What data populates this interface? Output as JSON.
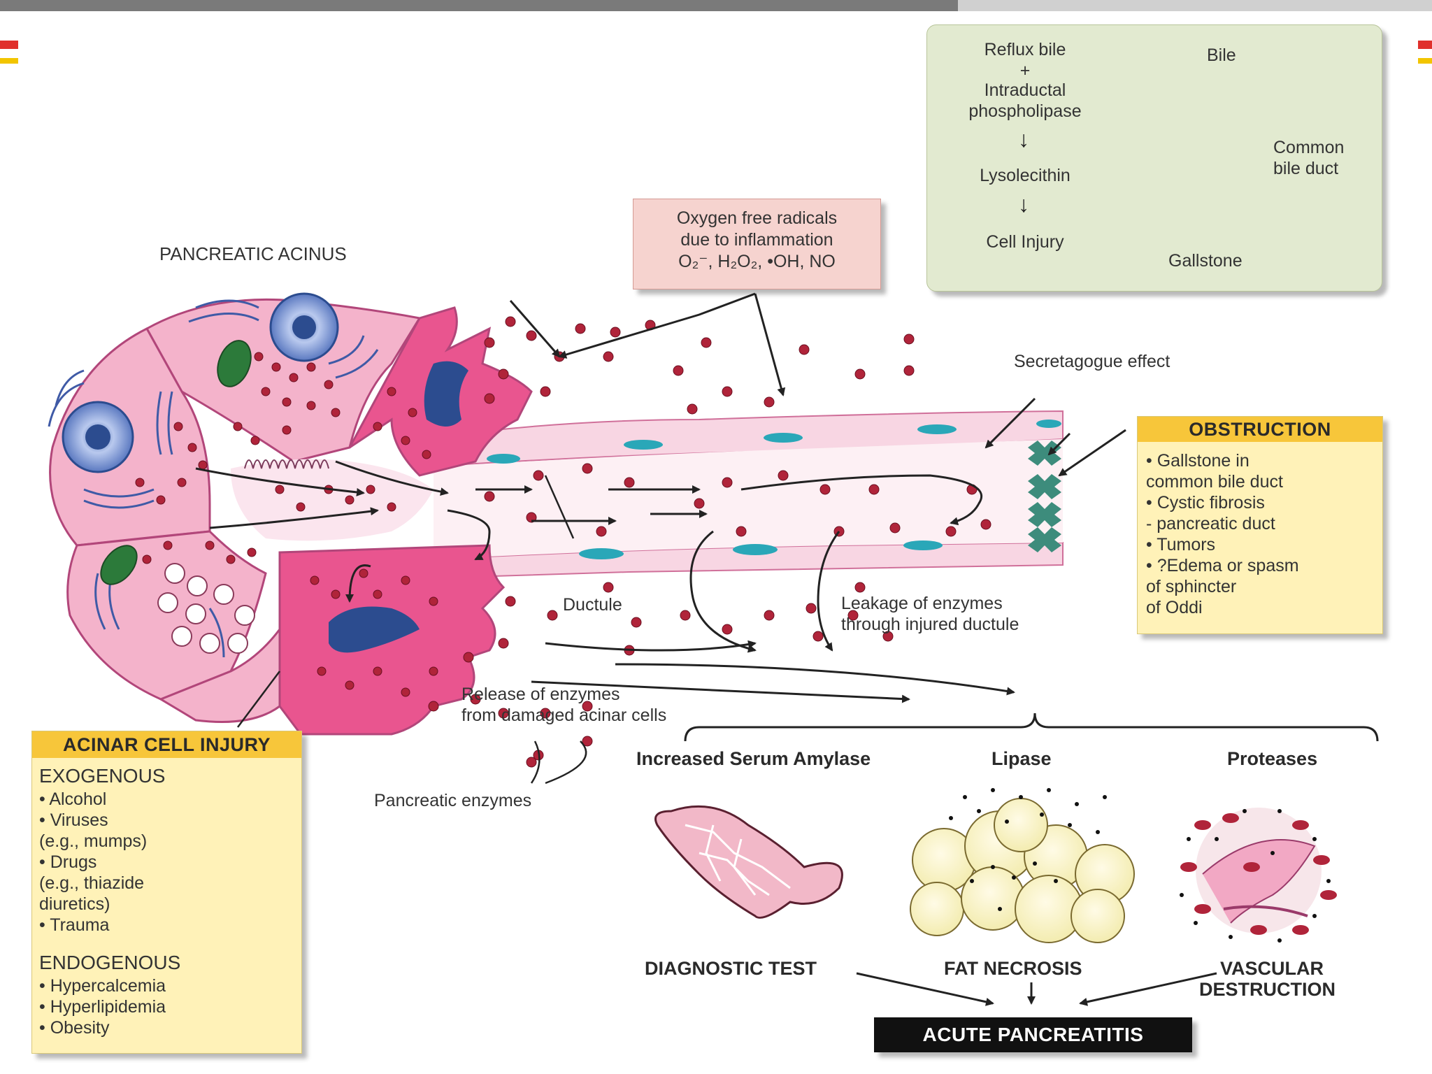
{
  "colors": {
    "top_bar": "#7a7a7a",
    "accent_red": "#e0302c",
    "header_yellow": "#f7c63a",
    "box_yellow": "#fff2b8",
    "bile_box_green": "#e2ead0",
    "oxygen_box_pink": "#f6d3cf",
    "cell_pink": "#f3a7c4",
    "enzyme_red": "#b0243a"
  },
  "labels": {
    "pancreatic_acinus": "PANCREATIC ACINUS",
    "secretagogue": "Secretagogue effect",
    "ductule": "Ductule",
    "leakage": [
      "Leakage of enzymes",
      "through injured ductule"
    ],
    "release": [
      "Release of enzymes",
      "from damaged acinar cells"
    ],
    "pancreatic_enzymes": "Pancreatic enzymes"
  },
  "oxygen_box": {
    "lines": [
      "Oxygen free radicals",
      "due to inflammation",
      "O₂⁻, H₂O₂, •OH, NO"
    ]
  },
  "bile_box": {
    "flow": [
      "Reflux bile",
      "+",
      "Intraductal",
      "phospholipase",
      "Lysolecithin",
      "Cell Injury"
    ],
    "bile": "Bile",
    "common_bile_duct": [
      "Common",
      "bile duct"
    ],
    "gallstone": "Gallstone"
  },
  "obstruction": {
    "title": "OBSTRUCTION",
    "items": [
      "• Gallstone in",
      "   common bile duct",
      "• Cystic fibrosis",
      "   - pancreatic duct",
      "• Tumors",
      "• ?Edema or spasm",
      "   of sphincter",
      "   of Oddi"
    ]
  },
  "acinar_injury": {
    "title": "ACINAR CELL INJURY",
    "exogenous_heading": "EXOGENOUS",
    "exogenous": [
      "• Alcohol",
      "• Viruses",
      "   (e.g., mumps)",
      "• Drugs",
      "   (e.g., thiazide",
      "   diuretics)",
      "• Trauma"
    ],
    "endogenous_heading": "ENDOGENOUS",
    "endogenous": [
      "• Hypercalcemia",
      "• Hyperlipidemia",
      "• Obesity"
    ]
  },
  "effects": {
    "amylase": "Increased Serum Amylase",
    "lipase": "Lipase",
    "proteases": "Proteases",
    "diagnostic": "DIAGNOSTIC TEST",
    "fat_necrosis": "FAT NECROSIS",
    "vascular": [
      "VASCULAR",
      "DESTRUCTION"
    ]
  },
  "result": "ACUTE PANCREATITIS"
}
